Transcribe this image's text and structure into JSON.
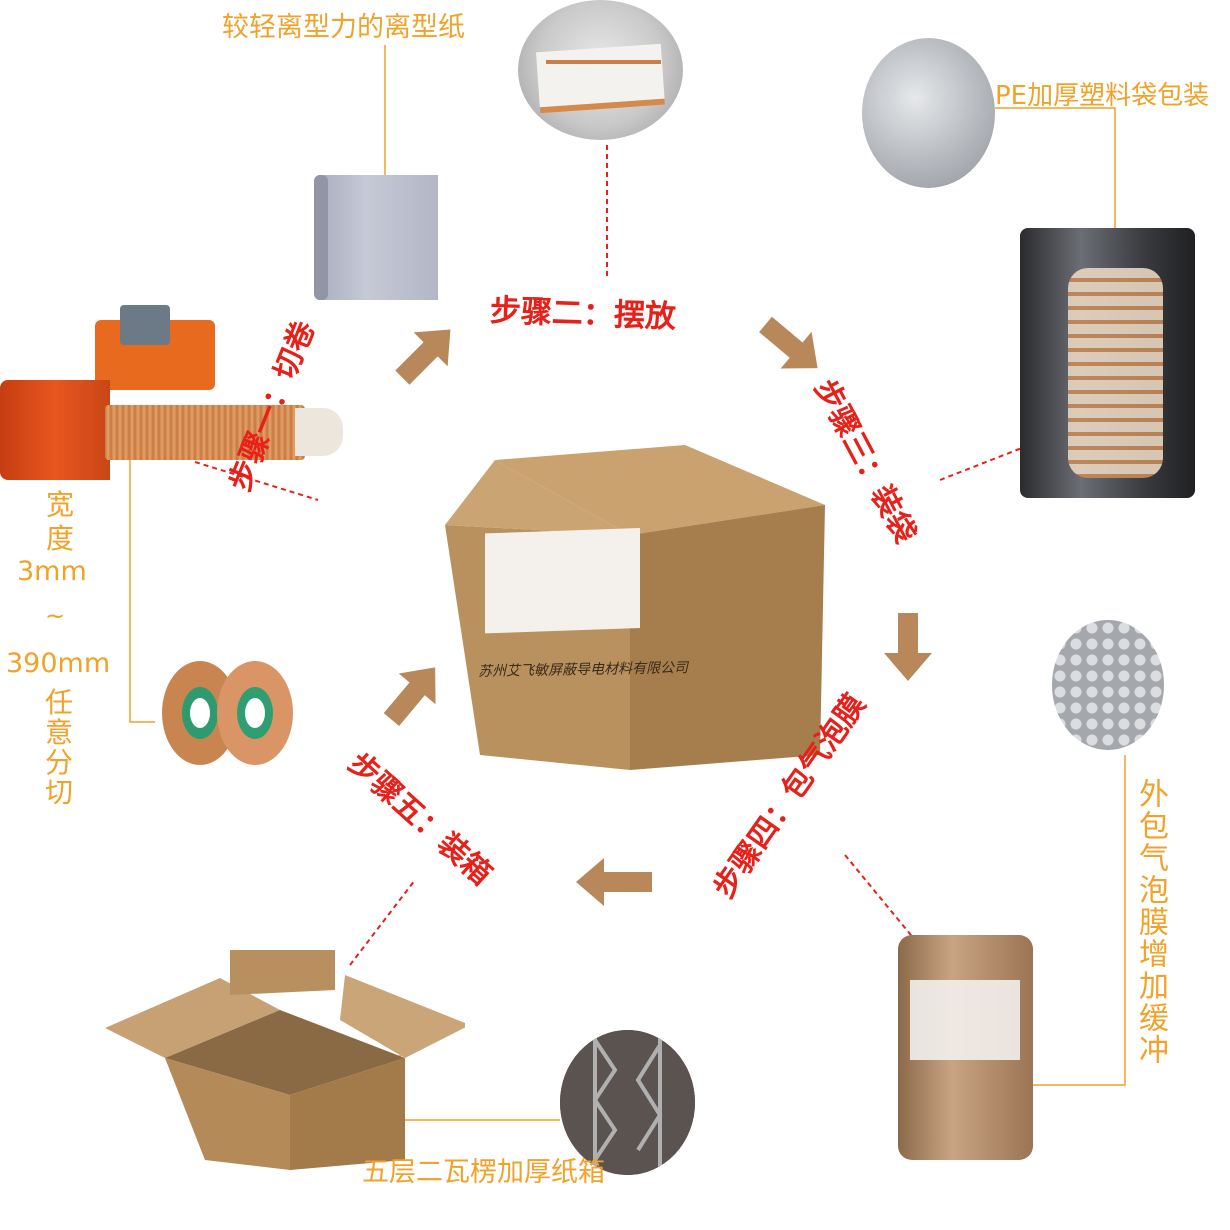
{
  "labels": {
    "release_paper": "较轻离型力的离型纸",
    "pe_bag": "PE加厚塑料袋包装",
    "width_prefix": "宽度",
    "width_min": "3mm",
    "width_tilde": "~",
    "width_max": "390mm",
    "width_suffix": "任意分切",
    "bubble_film": "外包气泡膜增加缓冲",
    "carton": "五层二瓦楞加厚纸箱",
    "box_company": "苏州艾飞敏屏蔽导电材料有限公司"
  },
  "steps": {
    "s1": "步骤一：切卷",
    "s2": "步骤二：摆放",
    "s3": "步骤三：装袋",
    "s4": "步骤四：包气泡膜",
    "s5": "步骤五：装箱"
  },
  "colors": {
    "orange": "#f0a22a",
    "red": "#e8201a",
    "arrow": "#b8875a",
    "line": "#f0a22a",
    "dash": "#e8201a"
  }
}
